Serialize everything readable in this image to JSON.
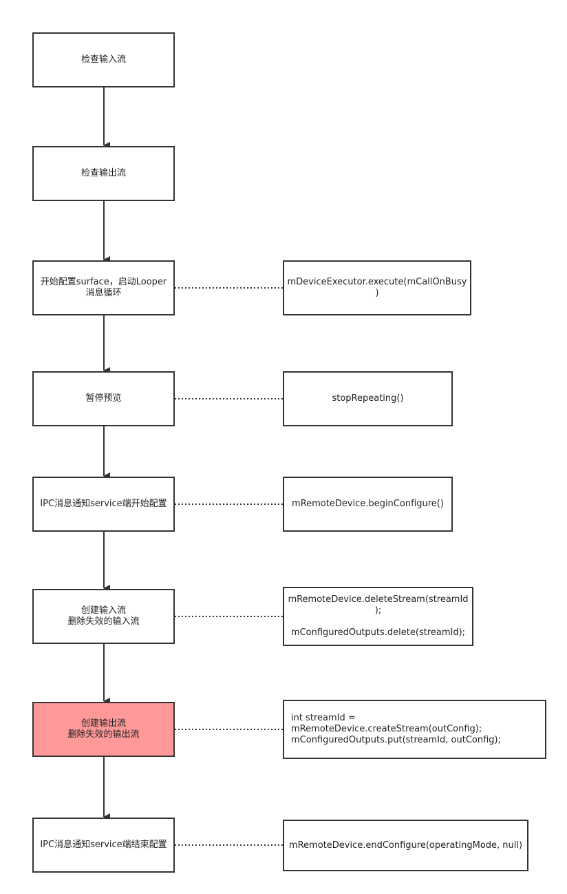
{
  "steps": [
    {
      "label": "检查输入流",
      "highlight": false
    },
    {
      "label": "检查输出流",
      "highlight": false
    },
    {
      "label": "开始配置surface，启动Looper\n消息循环",
      "highlight": false
    },
    {
      "label": "暂停预览",
      "highlight": false
    },
    {
      "label": "IPC消息通知service端开始配置",
      "highlight": false
    },
    {
      "label": "创建输入流\n删除失效的输入流",
      "highlight": false
    },
    {
      "label": "创建输出流\n删除失效的输出流",
      "highlight": true
    },
    {
      "label": "IPC消息通知service端结束配置",
      "highlight": false
    }
  ],
  "notes": [
    {
      "step": 2,
      "text": "mDeviceExecutor.execute(mCallOnBusy\n)"
    },
    {
      "step": 3,
      "text": "stopRepeating()"
    },
    {
      "step": 4,
      "text": "mRemoteDevice.beginConfigure()"
    },
    {
      "step": 5,
      "text": "mRemoteDevice.deleteStream(streamId\n);\n\nmConfiguredOutputs.delete(streamId);"
    },
    {
      "step": 6,
      "text": "int streamId =\nmRemoteDevice.createStream(outConfig);\nmConfiguredOutputs.put(streamId, outConfig);"
    },
    {
      "step": 7,
      "text": "mRemoteDevice.endConfigure(operatingMode, null)"
    }
  ],
  "colors": {
    "stroke": "#333333",
    "highlight_fill": "#ff9999",
    "box_fill": "#ffffff"
  }
}
